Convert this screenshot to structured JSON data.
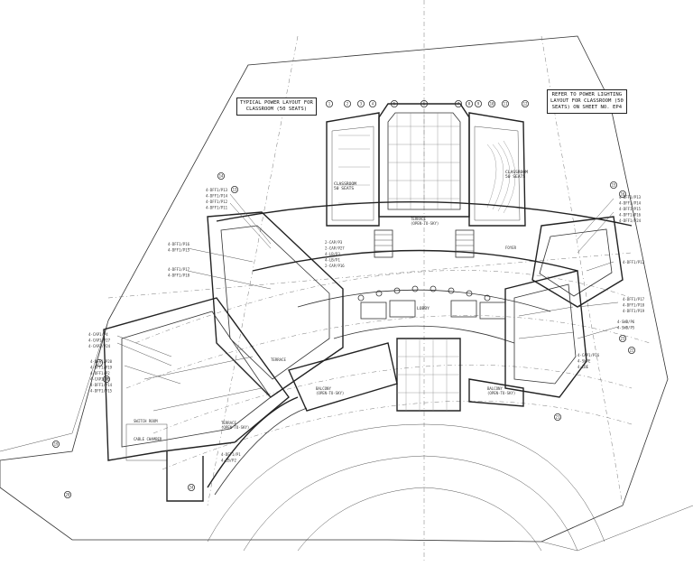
{
  "notes": {
    "left": "TYPICAL POWER LAYOUT FOR\nCLASSROOM (50 SEATS)",
    "right": "REFER TO POWER LIGHTING\nLAYOUT FOR CLASSROOM (50\nSEATS) ON SHEET NO. EP4"
  },
  "rooms": {
    "classroom_left": "CLASSROOM\n50 SEATS",
    "classroom_right": "CLASSROOM\n50 SEATS",
    "terrace_top": "TERRACE\n(OPEN-TO-SKY)",
    "lobby": "LOBBY",
    "foyer": "FOYER",
    "switch_room": "SWITCH ROOM",
    "cable_chamber": "CABLE CHAMBER",
    "terrace_left": "TERRACE\n(OPEN-TO-SKY)",
    "balcony_left": "BALCONY\n(OPEN-TO-SKY)",
    "balcony_right": "BALCONY\n(OPEN-TO-SKY)",
    "terrace_mid": "TERRACE"
  },
  "circuits": {
    "left_top": [
      "4-DFF1/P13",
      "4-DFF1/P14",
      "4-DFF1/P12",
      "4-DFF1/P11"
    ],
    "left_mid": [
      "4-DFF1/P16",
      "4-DFF1/P15"
    ],
    "left_mid2": [
      "4-DFF1/P17",
      "4-DFF1/P18"
    ],
    "left_low": [
      "4-CAP1/P4",
      "4-CAP1/P27",
      "4-CAP1/P24"
    ],
    "left_low2": [
      "4-DFF1/P20",
      "4-DFF1/P19",
      "4-DFF1/P2",
      "4-CAP1/P3",
      "4-DFF1/P14",
      "4-DFF1/P15"
    ],
    "center_low": [
      "4-DFF1/P1",
      "4-LB/P2"
    ],
    "right_top": [
      "4-DFF1/P13",
      "4-DFF1/P14",
      "4-DFF1/P15",
      "4-DFF1/P16",
      "4-DFF1/P24"
    ],
    "right_mid": [
      "4-DFF1/P12"
    ],
    "right_mid2": [
      "4-DFF1/P17",
      "4-DFF1/P18",
      "4-DFF1/P19"
    ],
    "right_low": [
      "4-SWB/P6",
      "4-SWB/P5"
    ],
    "right_low2": [
      "4-CAP1/P16",
      "4-SWPE",
      "4-LBE"
    ],
    "center": [
      "2-CAP/P3",
      "2-CAP/P27",
      "4-LB/P3",
      "4-LB/P1",
      "2-CAP/P16"
    ]
  },
  "grid_markers": [
    "1",
    "2",
    "3",
    "4",
    "5",
    "6",
    "7",
    "8",
    "9",
    "10",
    "11",
    "12",
    "13",
    "14",
    "15",
    "16",
    "17",
    "18",
    "19",
    "20",
    "21",
    "22",
    "23",
    "24"
  ]
}
